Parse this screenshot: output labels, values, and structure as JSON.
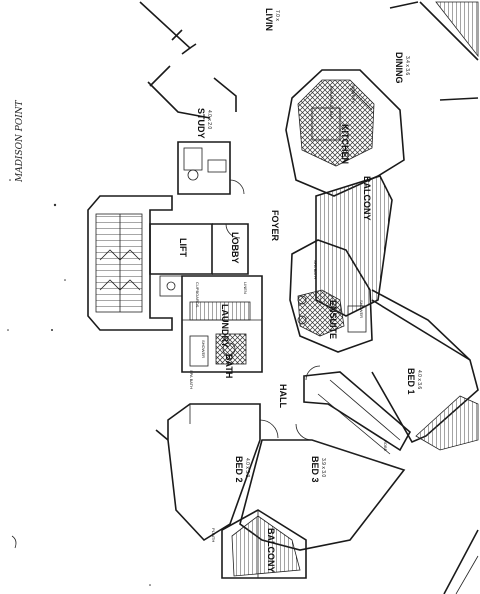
{
  "handwritten_note": "MADISON POINT",
  "rooms": {
    "living": {
      "name": "LIVIN",
      "dims": "7.0 x"
    },
    "dining": {
      "name": "DINING",
      "dims": "3.4 x 3.6"
    },
    "study": {
      "name": "STUDY",
      "dims": "4.0 x 2.0"
    },
    "kitchen": {
      "name": "KITCHEN"
    },
    "lift": {
      "name": "LIFT"
    },
    "lobby": {
      "name": "LOBBY"
    },
    "foyer": {
      "name": "FOYER"
    },
    "laundry": {
      "name": "LAUNDRY"
    },
    "bath": {
      "name": "BATH"
    },
    "ensuite": {
      "name": "ENSUITE"
    },
    "hall": {
      "name": "HALL"
    },
    "bed1": {
      "name": "BED 1",
      "dims": "4.0 x 3.6"
    },
    "bed2": {
      "name": "BED 2",
      "dims": "4.0 x 3.3"
    },
    "bed3": {
      "name": "BED 3",
      "dims": "3.9 x 3.0"
    },
    "balcony_upper": {
      "name": "BALCONY"
    },
    "balcony_lower": {
      "name": "BALCONY"
    }
  },
  "fixtures": {
    "breakfast_bar": "BREAKFAST BAR",
    "servery": "SERVERY",
    "spa_bath_ensuite": "SPA BATH",
    "spa_bath_main": "SPA BATH",
    "shower_bath": "SHOWER",
    "shower_ensuite": "SHOWER",
    "cupboards": "CUPBOARDS",
    "linen": "LINEN",
    "plinth": "PLINTH",
    "robe": "ROBE"
  }
}
